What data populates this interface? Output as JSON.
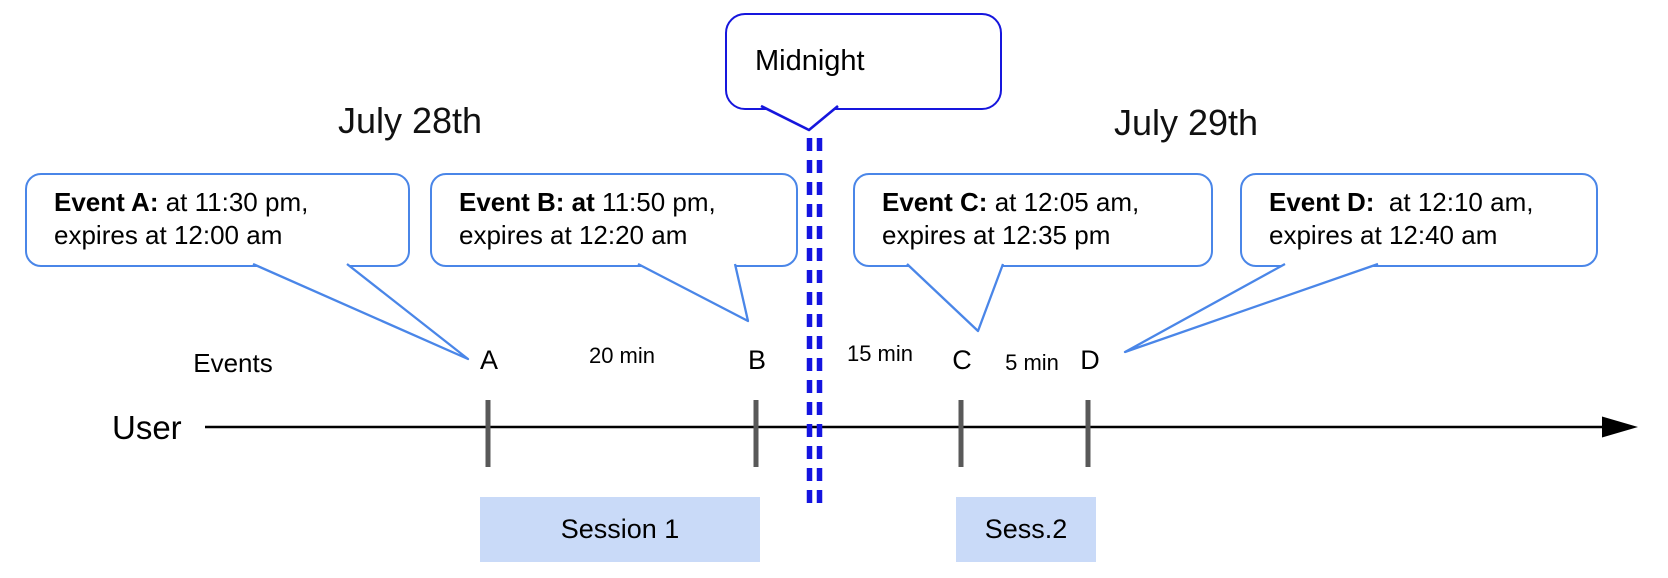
{
  "diagram": {
    "title_hint": "Session timeline across midnight",
    "dates": {
      "left": "July 28th",
      "right": "July 29th"
    },
    "midnight": {
      "label": "Midnight"
    },
    "axis": {
      "events_label": "Events",
      "user_label": "User"
    },
    "ticks": [
      "A",
      "B",
      "C",
      "D"
    ],
    "intervals": [
      {
        "label": "20 min"
      },
      {
        "label": "15 min"
      },
      {
        "label": "5 min"
      }
    ],
    "events": [
      {
        "bold": "Event A:",
        "rest": " at 11:30 pm,",
        "line2": "expires at 12:00 am"
      },
      {
        "bold": "Event B: at",
        "rest": " 11:50 pm,",
        "line2": "expires at 12:20 am"
      },
      {
        "bold": "Event C:",
        "rest": " at 12:05 am,",
        "line2": "expires at 12:35 pm"
      },
      {
        "bold": "Event D:",
        "rest": "  at 12:10 am,",
        "line2": "expires at 12:40 am"
      }
    ],
    "sessions": [
      {
        "label": "Session 1"
      },
      {
        "label": "Sess.2"
      }
    ],
    "colors": {
      "callout_border": "#4a86e8",
      "midnight_border": "#1616dd",
      "dashed_line": "#1414e0",
      "session_fill": "#c9daf8",
      "tick_color": "#595959",
      "timeline": "#000000"
    }
  }
}
